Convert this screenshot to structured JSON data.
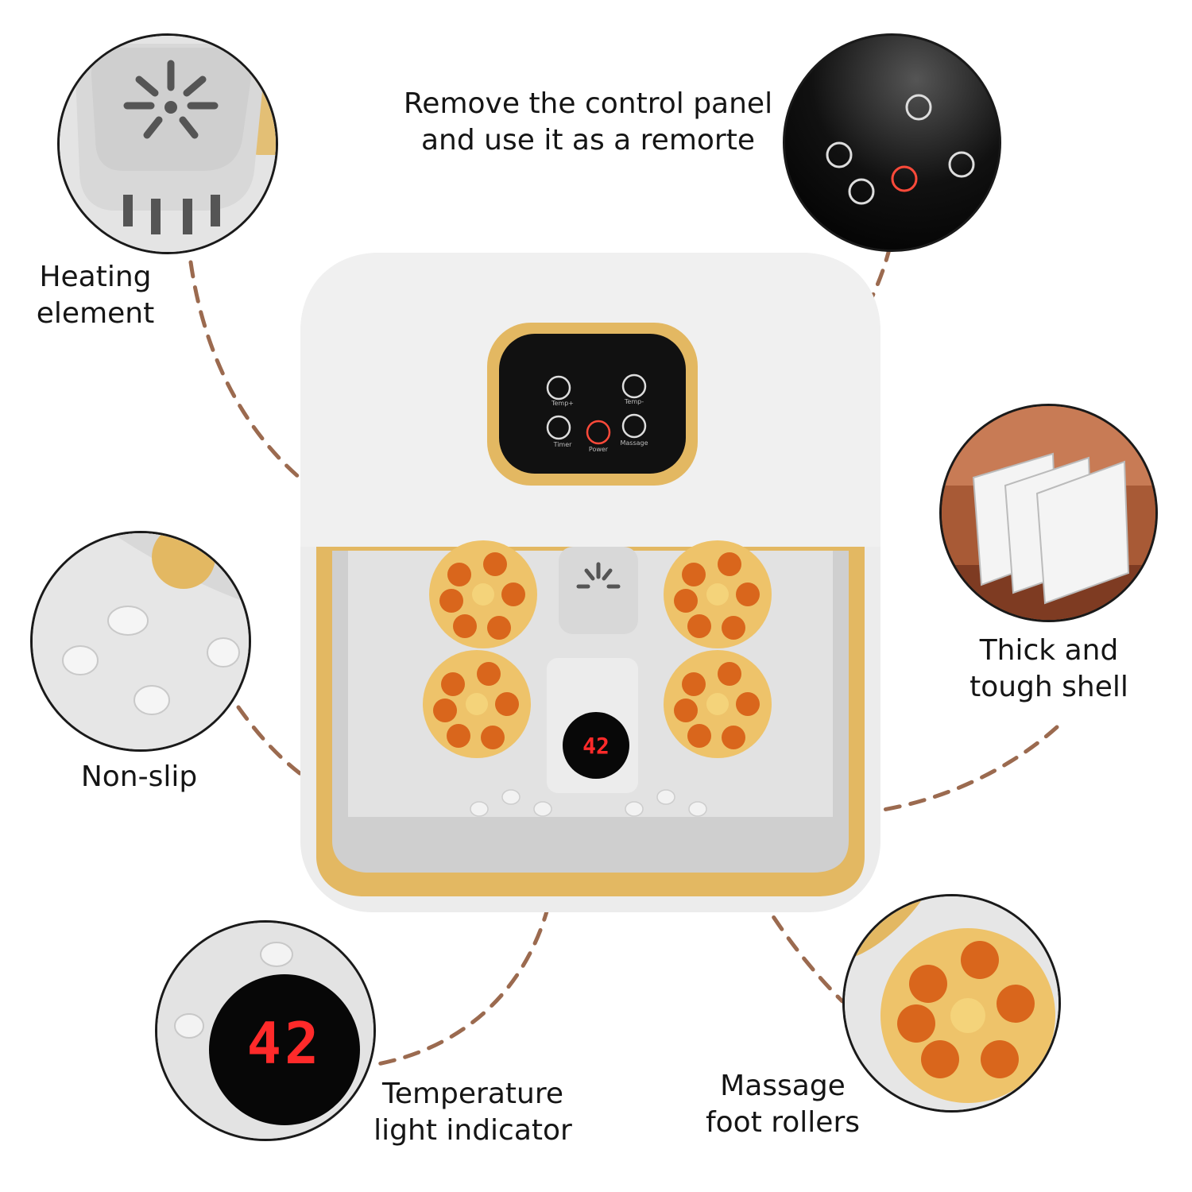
{
  "labels": {
    "control_panel": [
      "Remove the control panel",
      "and use it as a remorte"
    ],
    "heating": [
      "Heating",
      "element"
    ],
    "shell": [
      "Thick and",
      "tough shell"
    ],
    "nonslip": [
      "Non-slip"
    ],
    "temperature": [
      "Temperature",
      "light indicator"
    ],
    "rollers": [
      "Massage",
      "foot rollers"
    ]
  },
  "display": {
    "temp_value": "42"
  },
  "panel": {
    "buttons": [
      "Temp+",
      "Temp-",
      "Timer",
      "Power",
      "Massage"
    ]
  },
  "colors": {
    "accent_gold": "#e3b862",
    "roller_orange": "#d9661c",
    "roller_yellow": "#f2b731",
    "display_red": "#ff2a2a",
    "dash_brown": "#9b6a4f",
    "shell_grey": "#e9e9e9"
  }
}
